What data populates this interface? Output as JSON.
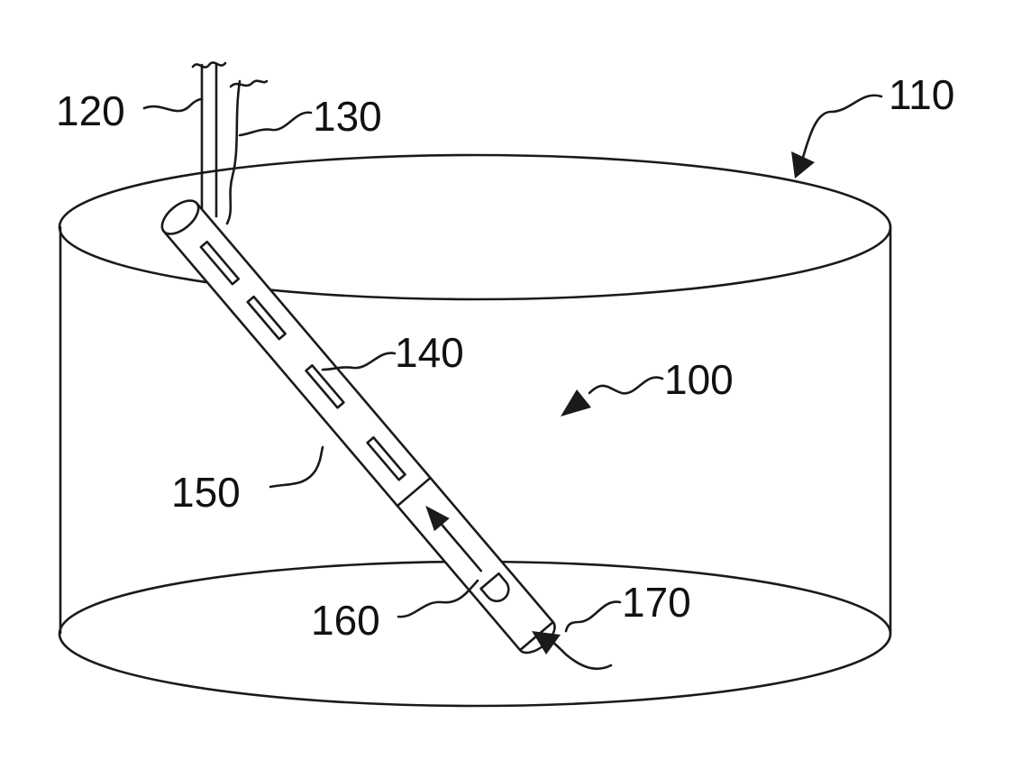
{
  "labels": {
    "ref_100": "100",
    "ref_110": "110",
    "ref_120": "120",
    "ref_130": "130",
    "ref_140": "140",
    "ref_150": "150",
    "ref_160": "160",
    "ref_170": "170"
  },
  "colors": {
    "line": "#1a1a1a",
    "background": "#ffffff"
  }
}
